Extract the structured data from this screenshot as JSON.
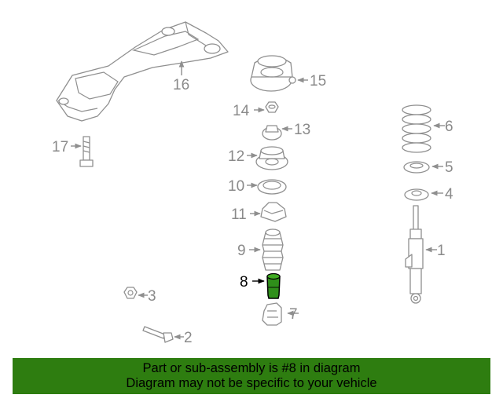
{
  "callouts": {
    "c1": "1",
    "c2": "2",
    "c3": "3",
    "c4": "4",
    "c5": "5",
    "c6": "6",
    "c7": "7",
    "c8": "8",
    "c9": "9",
    "c10": "10",
    "c11": "11",
    "c12": "12",
    "c13": "13",
    "c14": "14",
    "c15": "15",
    "c16": "16",
    "c17": "17"
  },
  "highlighted_part": "8",
  "colors": {
    "highlight_part": "#2f8f1a",
    "banner_bg": "#2e7d10",
    "line_gray": "#8f8f8f"
  },
  "banner": {
    "line1": "Part or sub-assembly is #8 in diagram",
    "line2": "Diagram may not be specific to your vehicle"
  }
}
